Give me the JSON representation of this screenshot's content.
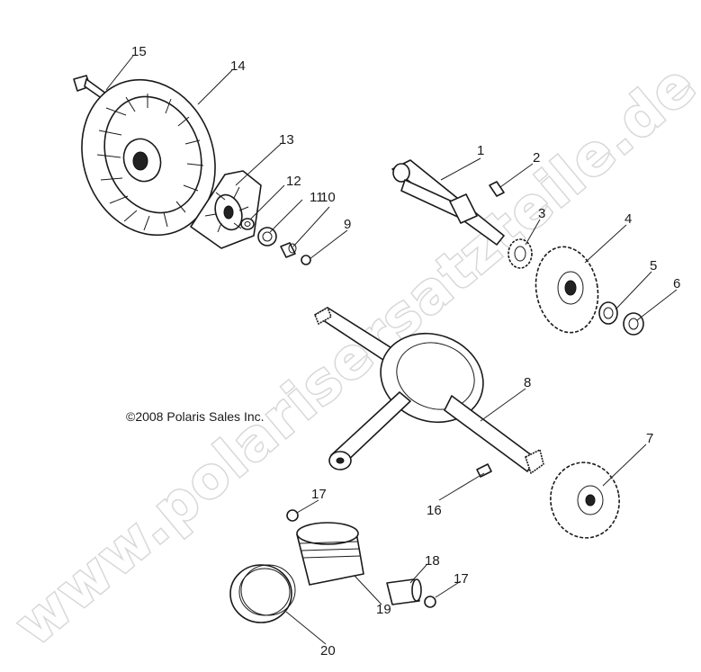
{
  "copyright": "©2008 Polaris Sales Inc.",
  "watermark": "www.polarisersatzteile.de",
  "callouts": {
    "c1": "1",
    "c2": "2",
    "c3": "3",
    "c4": "4",
    "c5": "5",
    "c6": "6",
    "c7": "7",
    "c8": "8",
    "c9": "9",
    "c10": "10",
    "c11": "11",
    "c12": "12",
    "c13": "13",
    "c14": "14",
    "c15": "15",
    "c16": "16",
    "c17a": "17",
    "c17b": "17",
    "c18": "18",
    "c19": "19",
    "c20": "20"
  }
}
